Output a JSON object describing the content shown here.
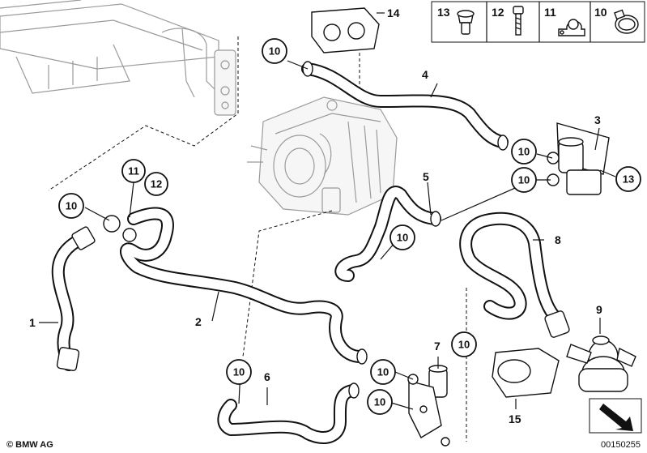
{
  "parts": {
    "p1": "1",
    "p2": "2",
    "p3": "3",
    "p4": "4",
    "p5": "5",
    "p6": "6",
    "p7": "7",
    "p8": "8",
    "p9": "9",
    "p13": "13",
    "p14": "14",
    "p15": "15"
  },
  "callouts": {
    "c10": "10",
    "c11": "11",
    "c12": "12",
    "c13": "13"
  },
  "legend": {
    "item13": "13",
    "item12": "12",
    "item11": "11",
    "item10": "10"
  },
  "footer": {
    "brand": "BMW AG",
    "code": "00150255"
  }
}
